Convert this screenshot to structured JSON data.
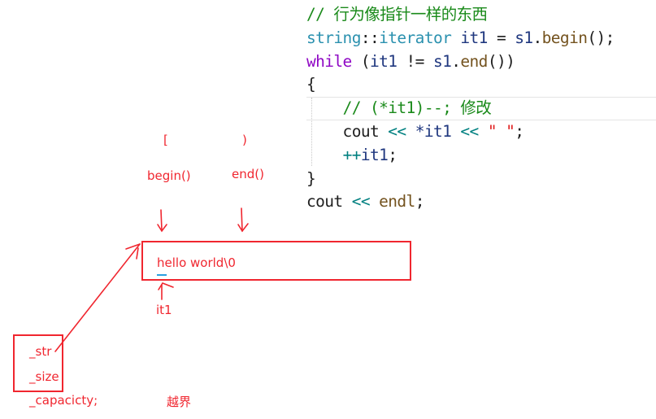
{
  "code_editor": {
    "lines": [
      {
        "tokens": [
          {
            "text": "// 行为像指针一样的东西",
            "kind": "comment"
          }
        ]
      },
      {
        "tokens": [
          {
            "text": "string",
            "kind": "type"
          },
          {
            "text": "::",
            "kind": "plain"
          },
          {
            "text": "iterator",
            "kind": "type"
          },
          {
            "text": " ",
            "kind": "plain"
          },
          {
            "text": "it1",
            "kind": "var"
          },
          {
            "text": " = ",
            "kind": "plain"
          },
          {
            "text": "s1",
            "kind": "var"
          },
          {
            "text": ".",
            "kind": "plain"
          },
          {
            "text": "begin",
            "kind": "func"
          },
          {
            "text": "();",
            "kind": "plain"
          }
        ]
      },
      {
        "tokens": [
          {
            "text": "while",
            "kind": "keyword"
          },
          {
            "text": " (",
            "kind": "plain"
          },
          {
            "text": "it1",
            "kind": "var"
          },
          {
            "text": " != ",
            "kind": "plain"
          },
          {
            "text": "s1",
            "kind": "var"
          },
          {
            "text": ".",
            "kind": "plain"
          },
          {
            "text": "end",
            "kind": "func"
          },
          {
            "text": "())",
            "kind": "plain"
          }
        ]
      },
      {
        "tokens": [
          {
            "text": "{",
            "kind": "plain"
          }
        ]
      },
      {
        "tokens": [
          {
            "text": "    ",
            "kind": "plain"
          },
          {
            "text": "// (*it1)--; 修改",
            "kind": "comment"
          }
        ]
      },
      {
        "tokens": [
          {
            "text": "    cout ",
            "kind": "plain"
          },
          {
            "text": "<<",
            "kind": "op"
          },
          {
            "text": " ",
            "kind": "plain"
          },
          {
            "text": "*it1",
            "kind": "var"
          },
          {
            "text": " ",
            "kind": "plain"
          },
          {
            "text": "<<",
            "kind": "op"
          },
          {
            "text": " ",
            "kind": "plain"
          },
          {
            "text": "\" \"",
            "kind": "str"
          },
          {
            "text": ";",
            "kind": "plain"
          }
        ]
      },
      {
        "tokens": [
          {
            "text": "    ",
            "kind": "plain"
          },
          {
            "text": "++",
            "kind": "op"
          },
          {
            "text": "it1",
            "kind": "var"
          },
          {
            "text": ";",
            "kind": "plain"
          }
        ]
      },
      {
        "tokens": [
          {
            "text": "}",
            "kind": "plain"
          }
        ]
      },
      {
        "tokens": [
          {
            "text": "cout ",
            "kind": "plain"
          },
          {
            "text": "<<",
            "kind": "op"
          },
          {
            "text": " ",
            "kind": "plain"
          },
          {
            "text": "endl",
            "kind": "func"
          },
          {
            "text": ";",
            "kind": "plain"
          }
        ]
      }
    ],
    "highlighted_line_index": 4
  },
  "annotations": {
    "range_open": "[",
    "range_close": ")",
    "begin_label": "begin()",
    "end_label": "end()",
    "buffer_text": "hello world\\0",
    "iterator_label": "it1",
    "member_str": "_str",
    "member_size": "_size",
    "member_capacity": "_capacicty;",
    "out_of_bounds": "越界"
  },
  "colors": {
    "annotation_red": "#f0262f",
    "cursor_blue": "#2aa0e0",
    "comment_green": "#1a8a1a",
    "type_teal": "#2b91af",
    "keyword_purple": "#8f08c4",
    "variable_navy": "#1f377f",
    "function_brown": "#74531f"
  }
}
